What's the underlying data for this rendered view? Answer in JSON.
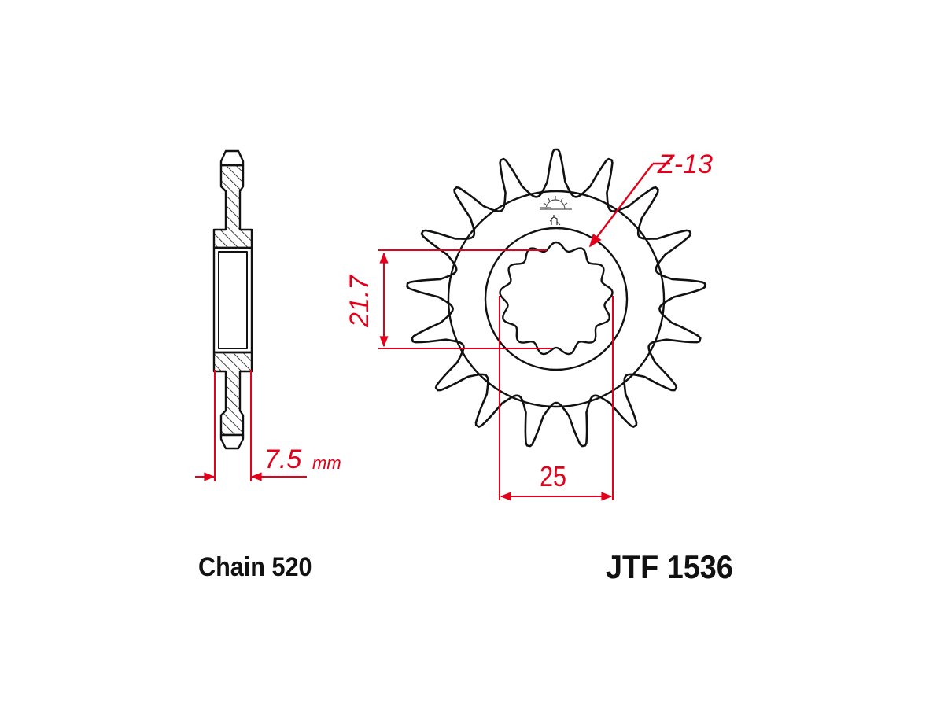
{
  "diagram": {
    "type": "technical-drawing",
    "subject": "front sprocket",
    "part_number": "JTF 1536",
    "chain_label": "Chain 520",
    "dimensions": {
      "teeth_label": "Z-13",
      "width_value": "7.5",
      "width_unit": "mm",
      "spline_height": "21.7",
      "spline_width": "25"
    },
    "views": [
      "side-section-view",
      "front-view"
    ],
    "colors": {
      "outline": "#111111",
      "dimension": "#e2001a",
      "background": "#ffffff",
      "logo": "#555555"
    }
  }
}
